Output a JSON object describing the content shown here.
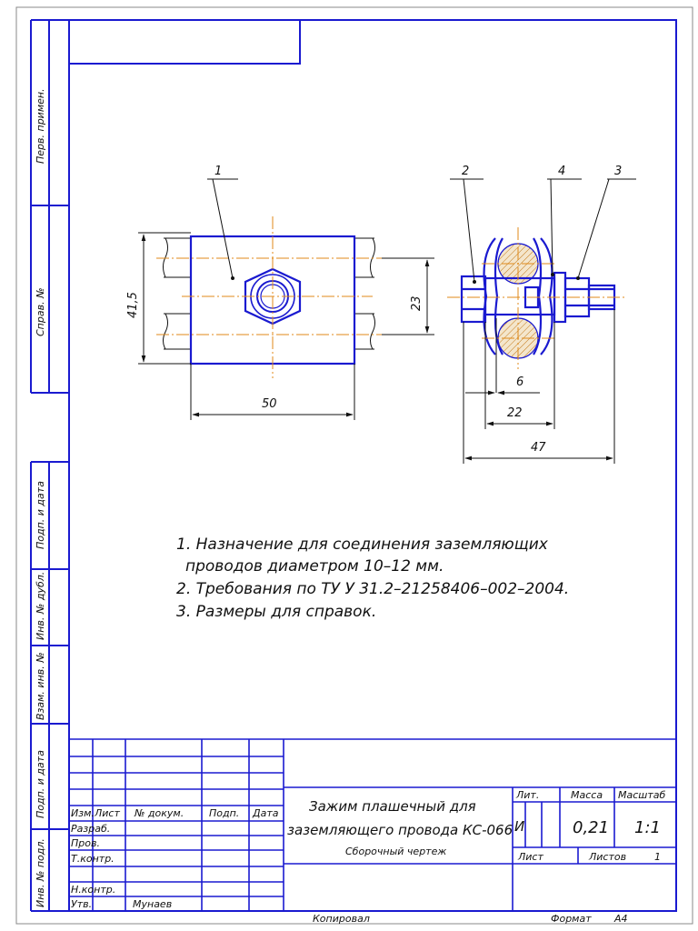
{
  "colors": {
    "frame": "#1a1ad0",
    "part": "#1a1ad0",
    "axis": "#e08a1a",
    "ink": "#111111",
    "hatch": "#d08a1a"
  },
  "side_stamps": [
    "Перв. примен.",
    "Справ. №",
    "Подп. и дата",
    "Инв. № дубл.",
    "Взам. инв. №",
    "Подп. и дата",
    "Инв. № подл."
  ],
  "drawing": {
    "callouts": [
      "1",
      "2",
      "4",
      "3"
    ],
    "dimensions": [
      "41,5",
      "23",
      "50",
      "6",
      "22",
      "47"
    ]
  },
  "notes": [
    "1. Назначение   для соединения  заземляющих",
    "проводов  диаметром 10–12 мм.",
    "2. Требования по ТУ У 31.2–21258406–002–2004.",
    "3. Размеры для справок."
  ],
  "title_block": {
    "headers": [
      "Изм.",
      "Лист",
      "№ докум.",
      "Подп.",
      "Дата"
    ],
    "roles": [
      "Разраб.",
      "Пров.",
      "Т.контр.",
      "Н.контр.",
      "Утв."
    ],
    "approver_name": "Мунаев",
    "title_line1": "Зажим плашечный для",
    "title_line2": "заземляющего провода КС-066",
    "doc_type": "Сборочный чертеж",
    "lit_label": "Лит.",
    "lit_value": "И",
    "mass_label": "Масса",
    "mass_value": "0,21",
    "scale_label": "Масштаб",
    "scale_value": "1:1",
    "sheet_label": "Лист",
    "sheets_label": "Листов",
    "sheets_value": "1",
    "copied_label": "Копировал",
    "format_label": "Формат",
    "format_value": "А4"
  }
}
